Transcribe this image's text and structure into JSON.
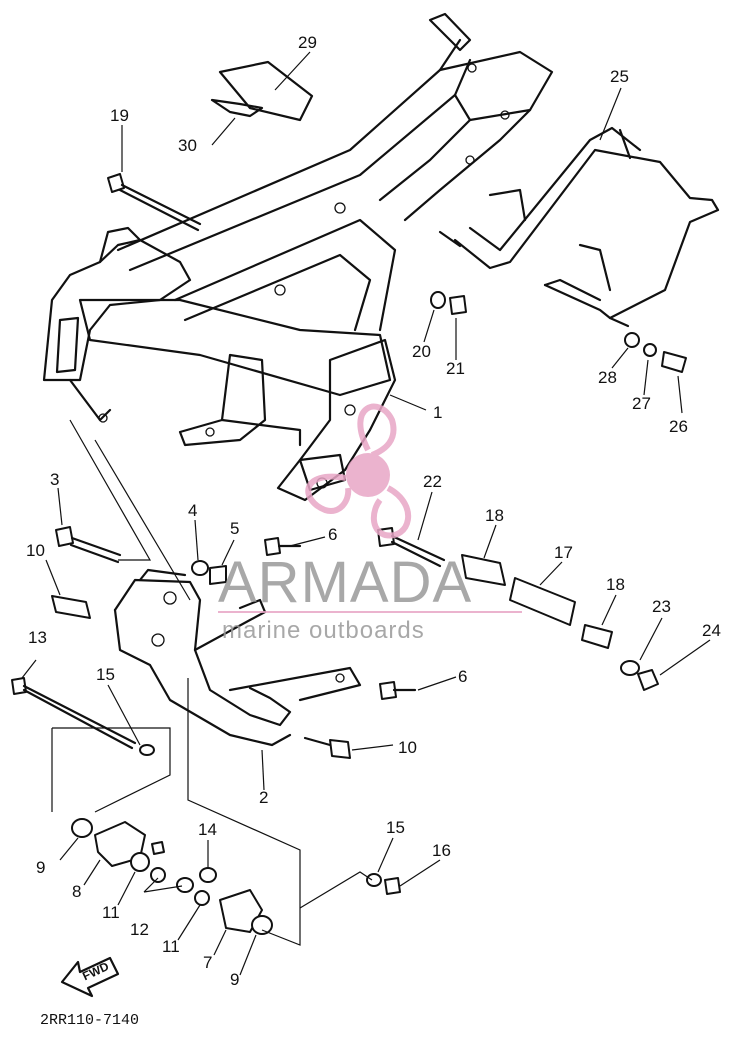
{
  "diagram": {
    "callouts": [
      {
        "id": "c1",
        "label": "1"
      },
      {
        "id": "c2",
        "label": "2"
      },
      {
        "id": "c3",
        "label": "3"
      },
      {
        "id": "c4",
        "label": "4"
      },
      {
        "id": "c5",
        "label": "5"
      },
      {
        "id": "c6a",
        "label": "6"
      },
      {
        "id": "c6b",
        "label": "6"
      },
      {
        "id": "c7",
        "label": "7"
      },
      {
        "id": "c8",
        "label": "8"
      },
      {
        "id": "c9a",
        "label": "9"
      },
      {
        "id": "c9b",
        "label": "9"
      },
      {
        "id": "c10a",
        "label": "10"
      },
      {
        "id": "c10b",
        "label": "10"
      },
      {
        "id": "c11a",
        "label": "11"
      },
      {
        "id": "c11b",
        "label": "11"
      },
      {
        "id": "c12",
        "label": "12"
      },
      {
        "id": "c13",
        "label": "13"
      },
      {
        "id": "c14",
        "label": "14"
      },
      {
        "id": "c15a",
        "label": "15"
      },
      {
        "id": "c15b",
        "label": "15"
      },
      {
        "id": "c16",
        "label": "16"
      },
      {
        "id": "c17",
        "label": "17"
      },
      {
        "id": "c18a",
        "label": "18"
      },
      {
        "id": "c18b",
        "label": "18"
      },
      {
        "id": "c19",
        "label": "19"
      },
      {
        "id": "c20",
        "label": "20"
      },
      {
        "id": "c21",
        "label": "21"
      },
      {
        "id": "c22",
        "label": "22"
      },
      {
        "id": "c23",
        "label": "23"
      },
      {
        "id": "c24",
        "label": "24"
      },
      {
        "id": "c25",
        "label": "25"
      },
      {
        "id": "c26",
        "label": "26"
      },
      {
        "id": "c27",
        "label": "27"
      },
      {
        "id": "c28",
        "label": "28"
      },
      {
        "id": "c29",
        "label": "29"
      },
      {
        "id": "c30",
        "label": "30"
      }
    ],
    "fwd_label": "FWD",
    "part_code": "2RR110-7140"
  },
  "watermark": {
    "title": "ARMADA",
    "subtitle": "marine outboards",
    "logo_color": "#e8a6c6",
    "text_color": "#9a9a9a"
  }
}
